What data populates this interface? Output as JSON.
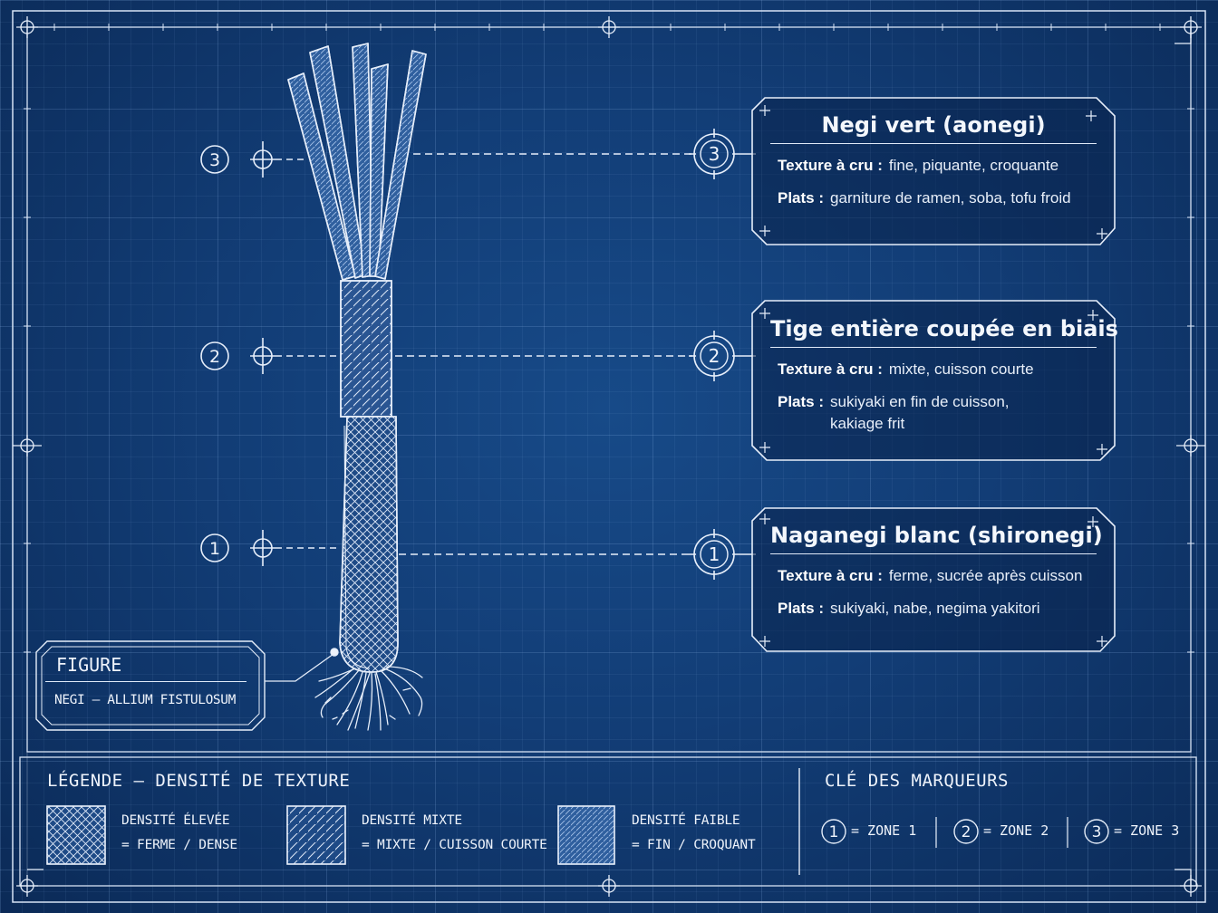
{
  "zones": [
    {
      "marker": "3",
      "title": "Negi vert (aonegi)",
      "texture_label": "Texture à cru :",
      "texture_value": "fine, piquante, croquante",
      "dishes_label": "Plats :",
      "dishes_value": "garniture de ramen, soba, tofu froid"
    },
    {
      "marker": "2",
      "title": "Tige entière coupée en biais",
      "texture_label": "Texture à cru :",
      "texture_value": "mixte, cuisson courte",
      "dishes_label": "Plats :",
      "dishes_value": "sukiyaki en fin de cuisson, kakiage frit"
    },
    {
      "marker": "1",
      "title": "Naganegi blanc (shironegi)",
      "texture_label": "Texture à cru :",
      "texture_value": "ferme, sucrée après cuisson",
      "dishes_label": "Plats :",
      "dishes_value": "sukiyaki, nabe, negima yakitori"
    }
  ],
  "figure": {
    "label": "FIGURE",
    "name": "NEGI — ALLIUM FISTULOSUM"
  },
  "legend": {
    "title": "LÉGENDE — DENSITÉ DE TEXTURE",
    "items": [
      {
        "pattern": "crosshatch",
        "line1": "DENSITÉ ÉLEVÉE",
        "line2": "= FERME / DENSE"
      },
      {
        "pattern": "hatch-open",
        "line1": "DENSITÉ MIXTE",
        "line2": "= MIXTE / CUISSON COURTE"
      },
      {
        "pattern": "hatch-fine",
        "line1": "DENSITÉ FAIBLE",
        "line2": "= FIN / CROQUANT"
      }
    ]
  },
  "marker_key": {
    "title": "CLÉ DES MARQUEURS",
    "items": [
      {
        "marker": "1",
        "label": "= ZONE 1"
      },
      {
        "marker": "2",
        "label": "= ZONE 2"
      },
      {
        "marker": "3",
        "label": "= ZONE 3"
      }
    ]
  },
  "colors": {
    "background": "#123d76",
    "line": "#e6eefa",
    "green_fill": "#3a6aa8"
  }
}
